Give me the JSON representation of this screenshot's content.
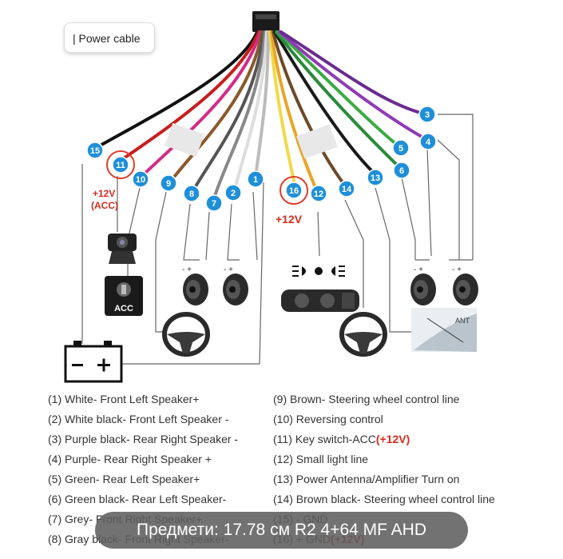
{
  "title": "| Power cable",
  "callouts": {
    "acc_voltage_line1": "+12V",
    "acc_voltage_line2": "(ACC)",
    "small_light_voltage": "+12V",
    "acc_icon_label": "ACC",
    "antenna_label": "ANT"
  },
  "numbers": [
    "1",
    "2",
    "3",
    "4",
    "5",
    "6",
    "7",
    "8",
    "9",
    "10",
    "11",
    "12",
    "13",
    "14",
    "15",
    "16"
  ],
  "legend_left": [
    "(1) White- Front Left Speaker+",
    "(2) White black- Front Left Speaker -",
    "(3) Purple black- Rear Right Speaker -",
    "(4) Purple- Rear Right Speaker +",
    "(5) Green- Rear Left Speaker+",
    "(6) Green black- Rear Left Speaker-",
    "(7) Grey- Front Right Speaker+",
    "(8) Gray black- Front Right Speaker-"
  ],
  "legend_right": [
    {
      "text": "(9) Brown- Steering wheel control line",
      "suffix": ""
    },
    {
      "text": "(10) Reversing control",
      "suffix": ""
    },
    {
      "text": "(11) Key switch-ACC",
      "suffix": "(+12V)"
    },
    {
      "text": "(12) Small light line",
      "suffix": ""
    },
    {
      "text": "(13) Power Antenna/Amplifier Turn on",
      "suffix": ""
    },
    {
      "text": "(14) Brown black- Steering wheel control line",
      "suffix": ""
    },
    {
      "text": "(15) - GND",
      "suffix": ""
    },
    {
      "text": "(16) + GND",
      "suffix": "(+12V)"
    }
  ],
  "caption": "Предмети: 17.78 см R2 4+64 MF AHD",
  "colors": {
    "badge": "#1e8fd8",
    "highlight_ring": "#e03a2a",
    "red_text": "#d42c1c"
  }
}
